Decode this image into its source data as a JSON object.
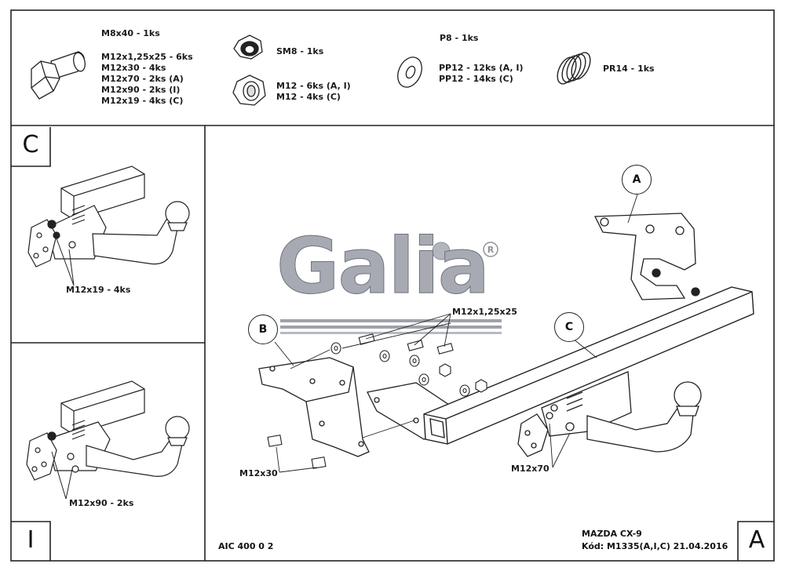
{
  "hardware": {
    "bolts": [
      "M8x40 - 1ks",
      "M12x1,25x25 - 6ks",
      "M12x30 - 4ks",
      "M12x70 - 2ks (A)",
      "M12x90 - 2ks (I)",
      "M12x19 - 4ks (C)"
    ],
    "nut_sm": "SM8 - 1ks",
    "nuts_m12": [
      "M12 - 6ks (A, I)",
      "M12 - 4ks (C)"
    ],
    "washers": [
      "P8 - 1ks",
      "PP12 - 12ks (A, I)",
      "PP12 - 14ks (C)"
    ],
    "spring": "PR14 - 1ks"
  },
  "variant_c": {
    "letter": "C",
    "bolt_label": "M12x19 - 4ks"
  },
  "variant_i": {
    "letter": "I",
    "bolt_label": "M12x90 - 2ks"
  },
  "main": {
    "callout_a": "A",
    "callout_b": "B",
    "callout_c": "C",
    "label_m12x1_25x25": "M12x1,25x25",
    "label_m12x30": "M12x30",
    "label_m12x70": "M12x70",
    "logo_text": "Galia",
    "corner_letter": "A"
  },
  "footer": {
    "code": "AIC 400 0 2",
    "model": "MAZDA CX-9",
    "kod": "Kód: M1335(A,I,C)  21.04.2016"
  }
}
